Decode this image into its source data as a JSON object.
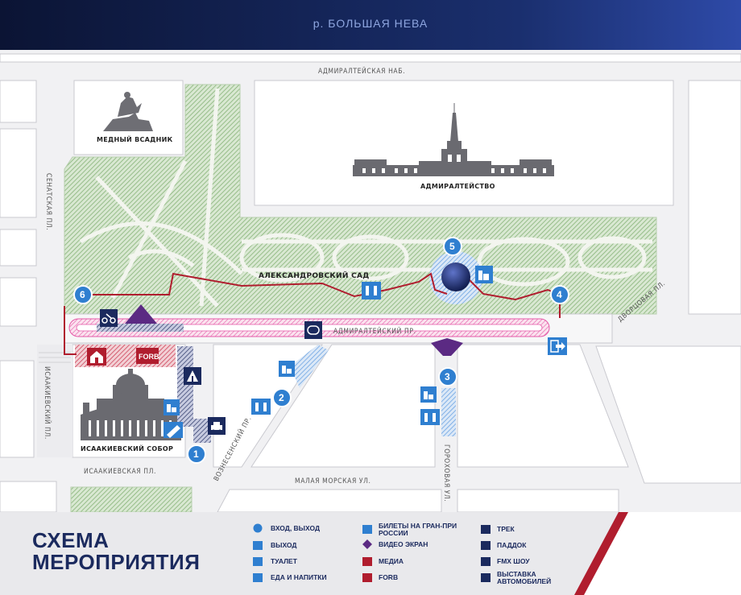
{
  "header": {
    "river": "р. БОЛЬШАЯ НЕВА"
  },
  "labels": {
    "admiralty_emb": "АДМИРАЛТЕЙСКАЯ НАБ.",
    "admiralty": "АДМИРАЛТЕЙСТВО",
    "bronze_horseman": "МЕДНЫЙ ВСАДНИК",
    "alexander_garden": "АЛЕКСАНДРОВСКИЙ САД",
    "admiralty_pr": "АДМИРАЛТЕЙСКИЙ ПР.",
    "senate_sq": "СЕНАТСКАЯ ПЛ.",
    "isaac_sq_v": "ИСААКИЕВСКИЙ ПЛ.",
    "isaac_sq_h": "ИСААКИЕВСКАЯ ПЛ.",
    "isaac_cathedral": "ИСААКИЕВСКИЙ СОБОР",
    "voznesensky": "ВОЗНЕСЕНСКИЙ ПР.",
    "malaya_morskaya": "МАЛАЯ МОРСКАЯ УЛ.",
    "gorokhovaya": "ГОРОХОВАЯ УЛ.",
    "dvortsovaya": "ДВОРЦОВАЯ ПЛ.",
    "forb": "FORB"
  },
  "points": [
    "1",
    "2",
    "3",
    "4",
    "5",
    "6"
  ],
  "legend": {
    "title_line1": "СХЕМА",
    "title_line2": "МЕРОПРИЯТИЯ",
    "items": [
      "ВХОД, ВЫХОД",
      "ВЫХОД",
      "ТУАЛЕТ",
      "ЕДА И НАПИТКИ",
      "БИЛЕТЫ НА ГРАН-ПРИ РОССИИ",
      "ВИДЕО ЭКРАН",
      "МЕДИА",
      "FORB",
      "ТРЕК",
      "ПАДДОК",
      "FMX ШОУ",
      "ВЫСТАВКА АВТОМОБИЛЕЙ"
    ]
  },
  "colors": {
    "navy": "#1b2a5e",
    "blue": "#2f7fd0",
    "red": "#b01d2e",
    "green": "#8fb97d",
    "purple": "#5b2a83",
    "pink": "#e0389a"
  }
}
